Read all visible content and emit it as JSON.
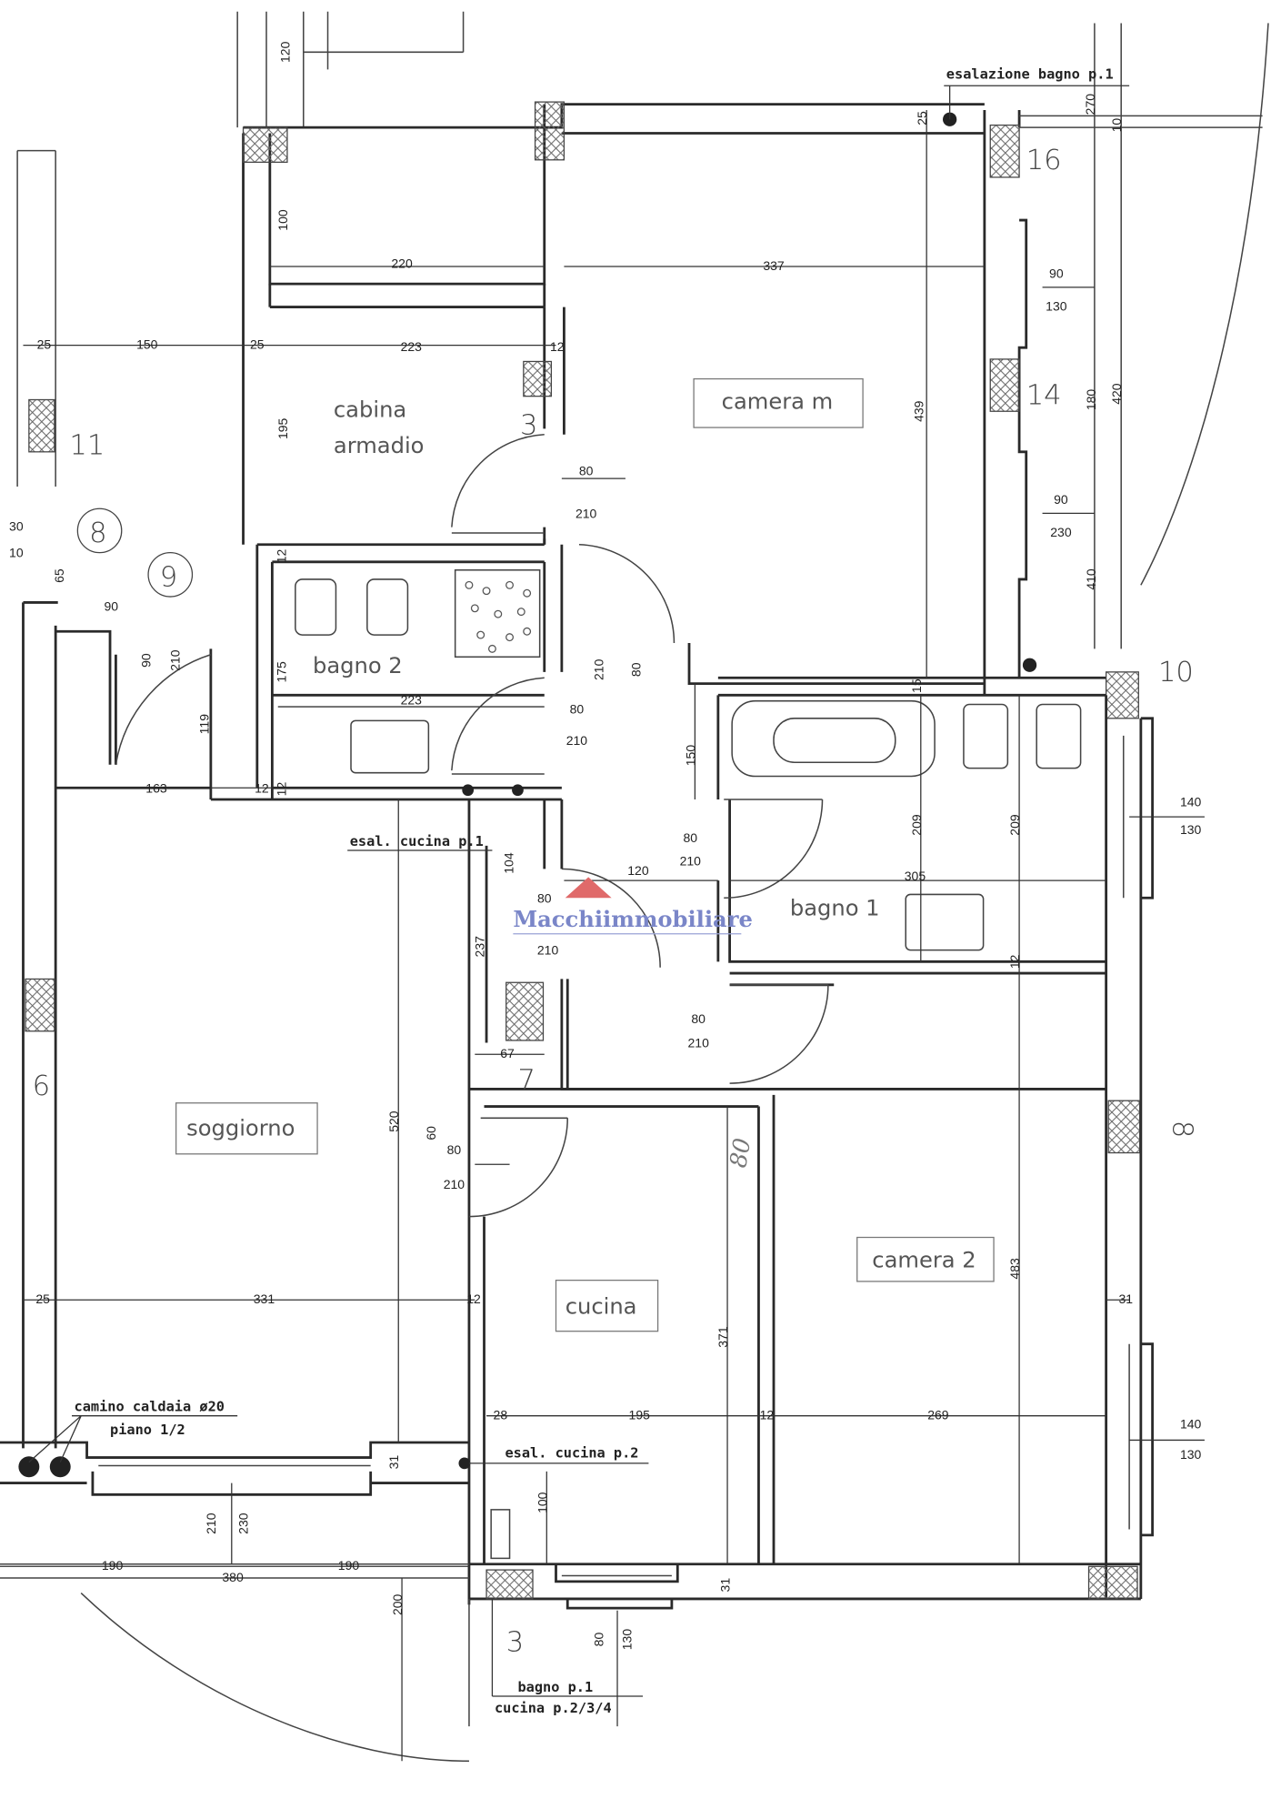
{
  "rooms": {
    "cabina_line1": "cabina",
    "cabina_line2": "armadio",
    "camera_m": "camera m",
    "bagno_2": "bagno 2",
    "bagno_1": "bagno 1",
    "soggiorno": "soggiorno",
    "cucina": "cucina",
    "camera_2": "camera 2"
  },
  "annotations": {
    "esalazione_bagno": "esalazione bagno p.1",
    "esal_cucina_p1": "esal. cucina p.1",
    "camino": "camino caldaia ø20",
    "piano": "piano 1/2",
    "esal_cucina_p2": "esal. cucina p.2",
    "bagno_p1": "bagno p.1",
    "cucina_p234": "cucina p.2/3/4",
    "handwritten_80": "80"
  },
  "markers": [
    "16",
    "14",
    "11",
    "8",
    "9",
    "3",
    "10",
    "6",
    "7",
    "3",
    "8"
  ],
  "watermark": "Macchiimmobiliare",
  "dimensions": [
    "120",
    "100",
    "220",
    "337",
    "25",
    "270",
    "10",
    "25",
    "150",
    "25",
    "223",
    "12",
    "195",
    "439",
    "90",
    "130",
    "180",
    "420",
    "90",
    "230",
    "80",
    "210",
    "12",
    "410",
    "30",
    "10",
    "65",
    "90",
    "90",
    "210",
    "119",
    "175",
    "223",
    "80",
    "210",
    "210",
    "80",
    "150",
    "15",
    "163",
    "12",
    "12",
    "104",
    "80",
    "210",
    "120",
    "305",
    "209",
    "209",
    "140",
    "130",
    "80",
    "210",
    "237",
    "12",
    "80",
    "210",
    "67",
    "60",
    "80",
    "210",
    "520",
    "483",
    "371",
    "25",
    "331",
    "12",
    "31",
    "28",
    "195",
    "12",
    "269",
    "140",
    "130",
    "31",
    "210",
    "230",
    "100",
    "190",
    "380",
    "190",
    "200",
    "31",
    "80",
    "130"
  ]
}
